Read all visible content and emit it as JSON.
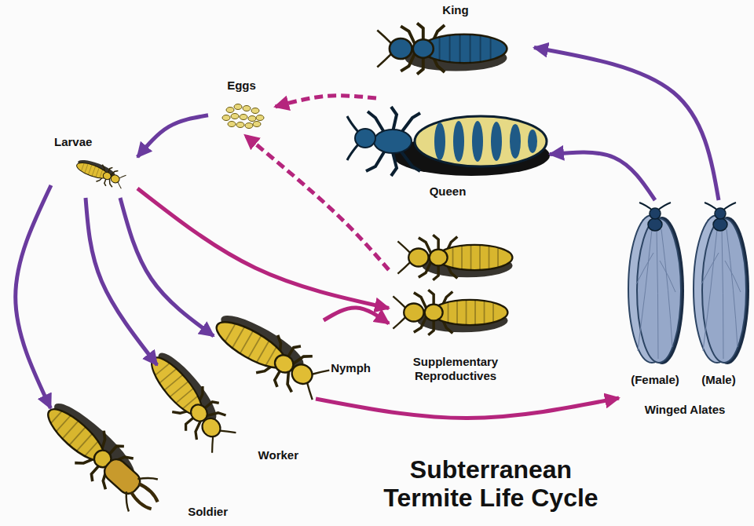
{
  "diagram": {
    "title": "Subterranean Termite Life Cycle",
    "nodes": [
      {
        "text": [
          "King"
        ]
      },
      {
        "text": [
          "Eggs"
        ]
      },
      {
        "text": [
          "Queen"
        ]
      },
      {
        "text": [
          "Larvae"
        ]
      },
      {
        "text": [
          "Supplementary Reproductives"
        ]
      },
      {
        "text": [
          "Nymph"
        ]
      },
      {
        "text": [
          "Worker"
        ]
      },
      {
        "text": [
          "Soldier"
        ]
      },
      {
        "text": [
          "Winged Alates"
        ]
      },
      {
        "text": [
          "(Female)"
        ],
        "in": 8
      },
      {
        "text": [
          "(Male)"
        ],
        "in": 8
      }
    ],
    "edges": [
      {
        "from": 2,
        "to": 1,
        "arrow": "to"
      },
      {
        "from": 1,
        "to": 3,
        "arrow": "to"
      },
      {
        "from": 3,
        "to": 7,
        "arrow": "to"
      },
      {
        "from": 3,
        "to": 6,
        "arrow": "to"
      },
      {
        "from": 3,
        "to": 5,
        "arrow": "to"
      },
      {
        "from": 3,
        "to": 4,
        "arrow": "to"
      },
      {
        "from": 5,
        "to": 4,
        "arrow": "to"
      },
      {
        "from": 5,
        "to": 8,
        "arrow": "to"
      },
      {
        "from": 4,
        "to": 1,
        "arrow": "to"
      },
      {
        "from": 9,
        "to": 2,
        "arrow": "to"
      },
      {
        "from": 10,
        "to": 0,
        "arrow": "to"
      }
    ]
  }
}
